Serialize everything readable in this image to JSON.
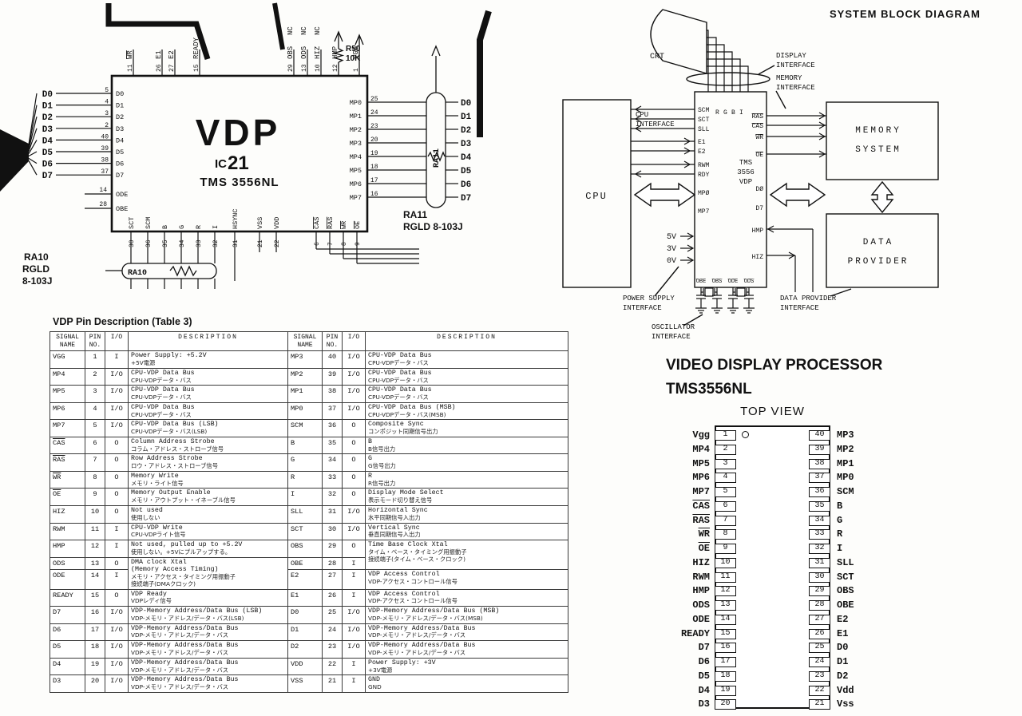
{
  "page": {
    "bg": "#fdfdfb",
    "ink": "#111111"
  },
  "schematic": {
    "ic_name": "VDP",
    "ic_ref_prefix": "IC",
    "ic_ref_num": "21",
    "ic_part": "TMS 3556NL",
    "left_pins": [
      {
        "label": "D0",
        "pin": "5",
        "inner": "D0"
      },
      {
        "label": "D1",
        "pin": "4",
        "inner": "D1"
      },
      {
        "label": "D2",
        "pin": "3",
        "inner": "D2"
      },
      {
        "label": "D3",
        "pin": "2",
        "inner": "D3"
      },
      {
        "label": "D4",
        "pin": "40",
        "inner": "D4"
      },
      {
        "label": "D5",
        "pin": "39",
        "inner": "D5"
      },
      {
        "label": "D6",
        "pin": "38",
        "inner": "D6"
      },
      {
        "label": "D7",
        "pin": "37",
        "inner": "D7"
      }
    ],
    "left_ctrl": [
      {
        "label": "ODE",
        "pin": "14"
      },
      {
        "label": "OBE",
        "pin": "28"
      }
    ],
    "right_pins": [
      {
        "inner": "MP0",
        "pin": "25",
        "label": "D0"
      },
      {
        "inner": "MP1",
        "pin": "24",
        "label": "D1"
      },
      {
        "inner": "MP2",
        "pin": "23",
        "label": "D2"
      },
      {
        "inner": "MP3",
        "pin": "20",
        "label": "D3"
      },
      {
        "inner": "MP4",
        "pin": "19",
        "label": "D4"
      },
      {
        "inner": "MP5",
        "pin": "18",
        "label": "D5"
      },
      {
        "inner": "MP6",
        "pin": "17",
        "label": "D6"
      },
      {
        "inner": "MP7",
        "pin": "16",
        "label": "D7"
      }
    ],
    "top_left_pins": [
      {
        "label": "WR",
        "pin": "11",
        "bar": true
      },
      {
        "label": "E1",
        "pin": "26"
      },
      {
        "label": "E2",
        "pin": "27"
      },
      {
        "label": "READY",
        "pin": "15"
      }
    ],
    "top_right_pins": [
      {
        "label": "OBS",
        "pin": "29",
        "nc": true
      },
      {
        "label": "ODS",
        "pin": "13",
        "nc": true
      },
      {
        "label": "HIZ",
        "pin": "10",
        "nc": true
      },
      {
        "label": "HMP",
        "pin": "12"
      },
      {
        "label": "VGG",
        "pin": "1"
      }
    ],
    "nc_label": "NC",
    "bottom_video_pins": [
      {
        "label": "SCT",
        "pin": "30"
      },
      {
        "label": "SCM",
        "pin": "36"
      },
      {
        "label": "B",
        "pin": "35"
      },
      {
        "label": "G",
        "pin": "34"
      },
      {
        "label": "R",
        "pin": "33"
      },
      {
        "label": "I",
        "pin": "32"
      },
      {
        "label": "HSYNC",
        "pin": "31"
      }
    ],
    "bottom_power_pins": [
      {
        "label": "VSS",
        "pin": "21"
      },
      {
        "label": "VDD",
        "pin": "22"
      }
    ],
    "bottom_mem_pins": [
      {
        "label": "CAS",
        "pin": "6",
        "bar": true
      },
      {
        "label": "RAS",
        "pin": "7",
        "bar": true
      },
      {
        "label": "WR",
        "pin": "8",
        "bar": true
      },
      {
        "label": "OE",
        "pin": "9",
        "bar": true
      }
    ],
    "r50": {
      "ref": "R50",
      "value": "10K"
    },
    "ra10": {
      "ref": "RA10",
      "part": "RGLD",
      "num": "8-103J"
    },
    "ra11": {
      "ref": "RA11",
      "part": "RGLD 8-103J"
    }
  },
  "block_diagram": {
    "title": "SYSTEM BLOCK DIAGRAM",
    "crt": "CRT",
    "cpu": "CPU",
    "memory_system": [
      "MEMORY",
      "SYSTEM"
    ],
    "data_provider": [
      "DATA",
      "PROVIDER"
    ],
    "vdp_left_pins": [
      "SCM",
      "SCT",
      "SLL",
      "E1",
      "E2",
      "RWM",
      "RDY"
    ],
    "vdp_rgbi": [
      "R",
      "G",
      "B",
      "I"
    ],
    "vdp_right_pins": [
      "RAS",
      "CAS",
      "WR",
      "OE"
    ],
    "vdp_name": [
      "TMS",
      "3556",
      "VDP"
    ],
    "vdp_mp": [
      "MPØ",
      "MP7"
    ],
    "vdp_d": [
      "DØ",
      "D7"
    ],
    "vdp_hmp": "HMP",
    "vdp_hiz": "HIZ",
    "vdp_bottom_pins": [
      "OBE",
      "OBS",
      "ODE",
      "ODS"
    ],
    "voltages": [
      "5V",
      "3V",
      "0V"
    ],
    "labels": {
      "display_interface": [
        "DISPLAY",
        "INTERFACE"
      ],
      "memory_interface": [
        "MEMORY",
        "INTERFACE"
      ],
      "cpu_interface": [
        "CPU",
        "INTERFACE"
      ],
      "power_supply_interface": [
        "POWER SUPPLY",
        "INTERFACE"
      ],
      "oscillator_interface": [
        "OSCILLATOR",
        "INTERFACE"
      ],
      "data_provider_interface": [
        "DATA PROVIDER",
        "INTERFACE"
      ]
    }
  },
  "table": {
    "title": "VDP Pin Description (Table 3)",
    "h_signal": [
      "SIGNAL",
      "NAME"
    ],
    "h_pin": [
      "PIN",
      "NO."
    ],
    "h_io": "I/O",
    "h_desc": "DESCRIPTION",
    "rows_left": [
      {
        "sig": "VGG",
        "pin": "1",
        "io": "I",
        "en": [
          "Power Supply: +5.2V"
        ],
        "ja": [
          "+5V電源"
        ]
      },
      {
        "sig": "MP4",
        "pin": "2",
        "io": "I/O",
        "en": [
          "CPU-VDP Data Bus"
        ],
        "ja": [
          "CPU-VDPデータ・バス"
        ]
      },
      {
        "sig": "MP5",
        "pin": "3",
        "io": "I/O",
        "en": [
          "CPU-VDP Data Bus"
        ],
        "ja": [
          "CPU-VDPデータ・バス"
        ]
      },
      {
        "sig": "MP6",
        "pin": "4",
        "io": "I/O",
        "en": [
          "CPU-VDP Data Bus"
        ],
        "ja": [
          "CPU-VDPデータ・バス"
        ]
      },
      {
        "sig": "MP7",
        "pin": "5",
        "io": "I/O",
        "en": [
          "CPU-VDP Data Bus (LSB)"
        ],
        "ja": [
          "CPU-VDPデータ・バス(LSB)"
        ]
      },
      {
        "sig": "CAS",
        "pin": "6",
        "io": "O",
        "bar": true,
        "en": [
          "Column Address Strobe"
        ],
        "ja": [
          "コラム・アドレス・ストローブ信号"
        ]
      },
      {
        "sig": "RAS",
        "pin": "7",
        "io": "O",
        "bar": true,
        "en": [
          "Row Address Strobe"
        ],
        "ja": [
          "ロウ・アドレス・ストローブ信号"
        ]
      },
      {
        "sig": "WR",
        "pin": "8",
        "io": "O",
        "bar": true,
        "en": [
          "Memory Write"
        ],
        "ja": [
          "メモリ・ライト信号"
        ]
      },
      {
        "sig": "OE",
        "pin": "9",
        "io": "O",
        "bar": true,
        "en": [
          "Memory Output Enable"
        ],
        "ja": [
          "メモリ・アウトプット・イネーブル信号"
        ]
      },
      {
        "sig": "HIZ",
        "pin": "10",
        "io": "O",
        "en": [
          "Not used"
        ],
        "ja": [
          "使用しない"
        ]
      },
      {
        "sig": "RWM",
        "pin": "11",
        "io": "I",
        "en": [
          "CPU-VDP Write"
        ],
        "ja": [
          "CPU-VDPライト信号"
        ]
      },
      {
        "sig": "HMP",
        "pin": "12",
        "io": "I",
        "en": [
          "Not used, pulled up to +5.2V"
        ],
        "ja": [
          "使用しない。+5Vにプルアップする。"
        ]
      },
      {
        "sig": "ODS",
        "pin": "13",
        "io": "O",
        "span": 2,
        "en": [
          "DMA clock Xtal",
          "(Memory Access Timing)"
        ],
        "ja": [
          "メモリ・アクセス・タイミング用振動子",
          "接続端子(DMAクロック)"
        ]
      },
      {
        "sig": "ODE",
        "pin": "14",
        "io": "I",
        "nodesc": true
      },
      {
        "sig": "READY",
        "pin": "15",
        "io": "O",
        "en": [
          "VDP Ready"
        ],
        "ja": [
          "VDPレディ信号"
        ]
      },
      {
        "sig": "D7",
        "pin": "16",
        "io": "I/O",
        "en": [
          "VDP-Memory Address/Data Bus (LSB)"
        ],
        "ja": [
          "VDP-メモリ・アドレス/データ・バス(LSB)"
        ]
      },
      {
        "sig": "D6",
        "pin": "17",
        "io": "I/O",
        "en": [
          "VDP-Memory Address/Data Bus"
        ],
        "ja": [
          "VDP-メモリ・アドレス/データ・バス"
        ]
      },
      {
        "sig": "D5",
        "pin": "18",
        "io": "I/O",
        "en": [
          "VDP-Memory Address/Data Bus"
        ],
        "ja": [
          "VDP-メモリ・アドレス/データ・バス"
        ]
      },
      {
        "sig": "D4",
        "pin": "19",
        "io": "I/O",
        "en": [
          "VDP-Memory Address/Data Bus"
        ],
        "ja": [
          "VDP-メモリ・アドレス/データ・バス"
        ]
      },
      {
        "sig": "D3",
        "pin": "20",
        "io": "I/O",
        "en": [
          "VDP-Memory Address/Data Bus"
        ],
        "ja": [
          "VDP-メモリ・アドレス/データ・バス"
        ]
      }
    ],
    "rows_right": [
      {
        "sig": "MP3",
        "pin": "40",
        "io": "I/O",
        "en": [
          "CPU-VDP Data Bus"
        ],
        "ja": [
          "CPU-VDPデータ・バス"
        ]
      },
      {
        "sig": "MP2",
        "pin": "39",
        "io": "I/O",
        "en": [
          "CPU-VDP Data Bus"
        ],
        "ja": [
          "CPU-VDPデータ・バス"
        ]
      },
      {
        "sig": "MP1",
        "pin": "38",
        "io": "I/O",
        "en": [
          "CPU-VDP Data Bus"
        ],
        "ja": [
          "CPU-VDPデータ・バス"
        ]
      },
      {
        "sig": "MP0",
        "pin": "37",
        "io": "I/O",
        "en": [
          "CPU-VDP Data Bus (MSB)"
        ],
        "ja": [
          "CPU-VDPデータ・バス(MSB)"
        ]
      },
      {
        "sig": "SCM",
        "pin": "36",
        "io": "O",
        "en": [
          "Composite Sync"
        ],
        "ja": [
          "コンポジット同期信号出力"
        ]
      },
      {
        "sig": "B",
        "pin": "35",
        "io": "O",
        "en": [
          "B"
        ],
        "ja": [
          "B信号出力"
        ]
      },
      {
        "sig": "G",
        "pin": "34",
        "io": "O",
        "en": [
          "G"
        ],
        "ja": [
          "G信号出力"
        ]
      },
      {
        "sig": "R",
        "pin": "33",
        "io": "O",
        "en": [
          "R"
        ],
        "ja": [
          "R信号出力"
        ]
      },
      {
        "sig": "I",
        "pin": "32",
        "io": "O",
        "en": [
          "Display Mode Select"
        ],
        "ja": [
          "表示モード切り替え信号"
        ]
      },
      {
        "sig": "SLL",
        "pin": "31",
        "io": "I/O",
        "en": [
          "Horizontal Sync"
        ],
        "ja": [
          "水平同期信号入出力"
        ]
      },
      {
        "sig": "SCT",
        "pin": "30",
        "io": "I/O",
        "en": [
          "Vertical Sync"
        ],
        "ja": [
          "垂直同期信号入出力"
        ]
      },
      {
        "sig": "OBS",
        "pin": "29",
        "io": "O",
        "span": 2,
        "en": [
          "Time Base Clock Xtal"
        ],
        "ja": [
          "タイム・ベース・タイミング用振動子",
          "接続端子(タイム・ベース・クロック)"
        ]
      },
      {
        "sig": "OBE",
        "pin": "28",
        "io": "I",
        "nodesc": true
      },
      {
        "sig": "E2",
        "pin": "27",
        "io": "I",
        "en": [
          "VDP Access Control"
        ],
        "ja": [
          "VDP-アクセス・コントロール信号"
        ]
      },
      {
        "sig": "E1",
        "pin": "26",
        "io": "I",
        "en": [
          "VDP Access Control"
        ],
        "ja": [
          "VDP-アクセス・コントロール信号"
        ]
      },
      {
        "sig": "D0",
        "pin": "25",
        "io": "I/O",
        "en": [
          "VDP-Memory Address/Data Bus (MSB)"
        ],
        "ja": [
          "VDP-メモリ・アドレス/データ・バス(MSB)"
        ]
      },
      {
        "sig": "D1",
        "pin": "24",
        "io": "I/O",
        "en": [
          "VDP-Memory Address/Data Bus"
        ],
        "ja": [
          "VDP-メモリ・アドレス/データ・バス"
        ]
      },
      {
        "sig": "D2",
        "pin": "23",
        "io": "I/O",
        "en": [
          "VDP-Memory Address/Data Bus"
        ],
        "ja": [
          "VDP-メモリ・アドレス/データ・バス"
        ]
      },
      {
        "sig": "VDD",
        "pin": "22",
        "io": "I",
        "en": [
          "Power Supply: +3V"
        ],
        "ja": [
          "+3V電源"
        ]
      },
      {
        "sig": "VSS",
        "pin": "21",
        "io": "I",
        "en": [
          "GND"
        ],
        "ja": [
          "GND"
        ]
      }
    ]
  },
  "package": {
    "title1": "VIDEO DISPLAY PROCESSOR",
    "title2": "TMS3556NL",
    "title3": "TOP VIEW",
    "left": [
      {
        "name": "Vgg",
        "pin": "1"
      },
      {
        "name": "MP4",
        "pin": "2"
      },
      {
        "name": "MP5",
        "pin": "3"
      },
      {
        "name": "MP6",
        "pin": "4"
      },
      {
        "name": "MP7",
        "pin": "5"
      },
      {
        "name": "CAS",
        "pin": "6",
        "bar": true
      },
      {
        "name": "RAS",
        "pin": "7",
        "bar": true
      },
      {
        "name": "WR",
        "pin": "8",
        "bar": true
      },
      {
        "name": "OE",
        "pin": "9",
        "bar": true
      },
      {
        "name": "HIZ",
        "pin": "10"
      },
      {
        "name": "RWM",
        "pin": "11"
      },
      {
        "name": "HMP",
        "pin": "12"
      },
      {
        "name": "ODS",
        "pin": "13"
      },
      {
        "name": "ODE",
        "pin": "14"
      },
      {
        "name": "READY",
        "pin": "15"
      },
      {
        "name": "D7",
        "pin": "16"
      },
      {
        "name": "D6",
        "pin": "17"
      },
      {
        "name": "D5",
        "pin": "18"
      },
      {
        "name": "D4",
        "pin": "19"
      },
      {
        "name": "D3",
        "pin": "20"
      }
    ],
    "right": [
      {
        "name": "MP3",
        "pin": "40"
      },
      {
        "name": "MP2",
        "pin": "39"
      },
      {
        "name": "MP1",
        "pin": "38"
      },
      {
        "name": "MP0",
        "pin": "37"
      },
      {
        "name": "SCM",
        "pin": "36"
      },
      {
        "name": "B",
        "pin": "35"
      },
      {
        "name": "G",
        "pin": "34"
      },
      {
        "name": "R",
        "pin": "33"
      },
      {
        "name": "I",
        "pin": "32"
      },
      {
        "name": "SLL",
        "pin": "31"
      },
      {
        "name": "SCT",
        "pin": "30"
      },
      {
        "name": "OBS",
        "pin": "29"
      },
      {
        "name": "OBE",
        "pin": "28"
      },
      {
        "name": "E2",
        "pin": "27"
      },
      {
        "name": "E1",
        "pin": "26"
      },
      {
        "name": "D0",
        "pin": "25"
      },
      {
        "name": "D1",
        "pin": "24"
      },
      {
        "name": "D2",
        "pin": "23"
      },
      {
        "name": "Vdd",
        "pin": "22"
      },
      {
        "name": "Vss",
        "pin": "21"
      }
    ]
  }
}
